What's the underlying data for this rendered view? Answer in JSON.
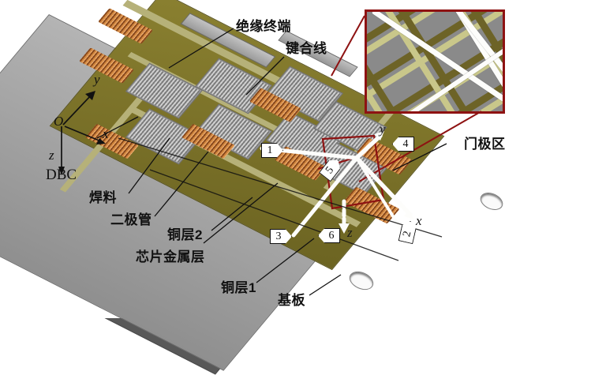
{
  "figure": {
    "type": "technical-diagram",
    "subject": "IGBT power module 3-D structural model with labelled layers, coordinate system and numbered measurement points"
  },
  "labels": {
    "insulating_terminal": "绝缘终端",
    "bond_wire": "键合线",
    "dbc": "DBC",
    "solder": "焊料",
    "diode": "二极管",
    "copper_layer_2": "铜层2",
    "chip_metal_layer": "芯片金属层",
    "copper_layer_1": "铜层1",
    "baseplate": "基板",
    "gate_region": "门极区"
  },
  "axes": {
    "global": {
      "origin": "O",
      "x": "x",
      "y": "y",
      "z": "z"
    },
    "local": {
      "x": "x",
      "y": "y",
      "z": "z"
    }
  },
  "callouts": [
    {
      "id": "1",
      "number": "1",
      "direction": "right"
    },
    {
      "id": "2",
      "number": "2",
      "direction": "right"
    },
    {
      "id": "3",
      "number": "3",
      "direction": "right"
    },
    {
      "id": "4",
      "number": "4",
      "direction": "left"
    },
    {
      "id": "5",
      "number": "5",
      "direction": "right"
    },
    {
      "id": "6",
      "number": "6",
      "direction": "left"
    }
  ],
  "inset": {
    "name": "gate-region-magnified-view",
    "border_color": "#8e1212"
  },
  "colors": {
    "baseplate_gray": "#9a9a9a",
    "dbc_olive": "#7b7428",
    "copper_wire": "#c77a35",
    "chip_gray": "#9a9a9a",
    "trace_yellow": "#b6b179",
    "highlight_red": "#8e1212",
    "axis_white": "#fdfdfb",
    "leader_black": "#111111"
  }
}
